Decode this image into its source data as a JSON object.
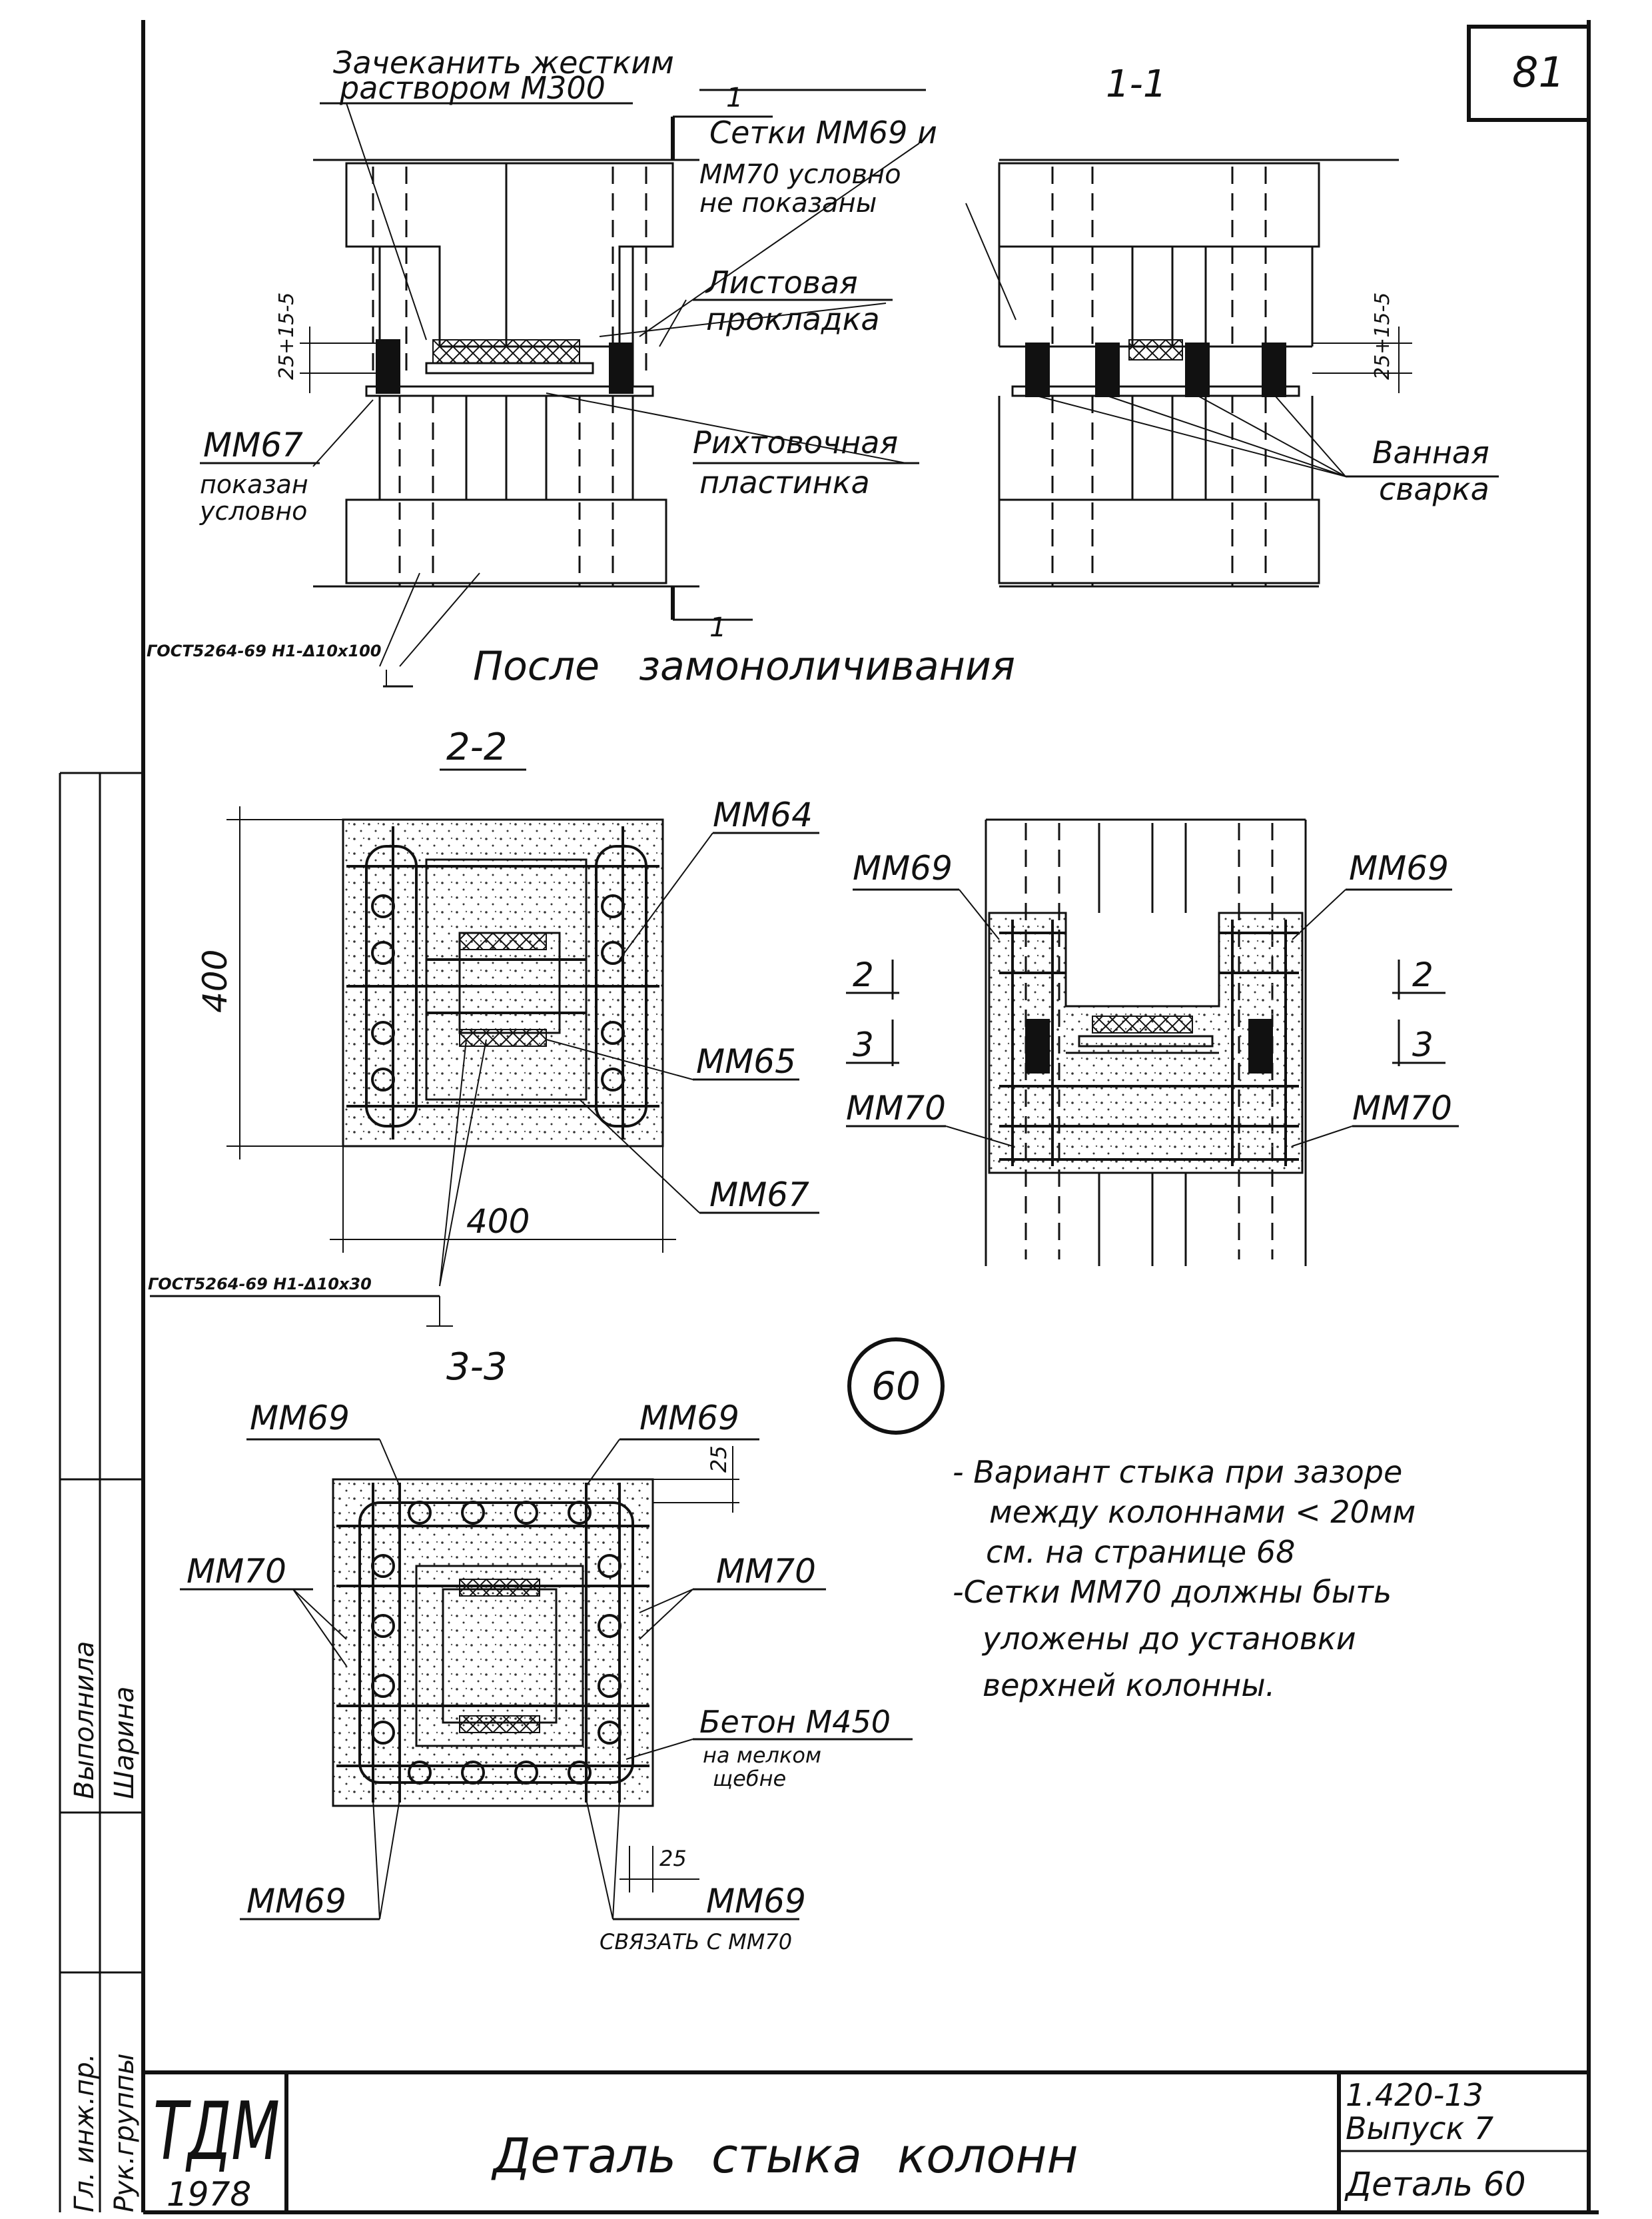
{
  "sheet": {
    "page_number": "81",
    "title": "Деталь стыка колонн",
    "org": "ТДМ",
    "year": "1978",
    "code": "1.420-13",
    "issue": "Выпуск 7",
    "detail": "Деталь 60",
    "detail_circle": "60"
  },
  "side_stamp": {
    "col1": "Гл. инж.пр.",
    "col2": "Рук.группы",
    "col3": "Выполнила",
    "col3b": "Шарина"
  },
  "view_top": {
    "note_caulk_l1": "Зачеканить жестким",
    "note_caulk_l2": "раствором М300",
    "note_nets_l1": "Сетки ММ69 и",
    "note_nets_l2": "ММ70 условно",
    "note_nets_l3": "не показаны",
    "note_sheet_l1": "Листовая",
    "note_sheet_l2": "прокладка",
    "note_shim_l1": "Рихтовочная",
    "note_shim_l2": "пластинка",
    "note_mm67": "ММ67",
    "note_mm67_l1": "показан",
    "note_mm67_l2": "условно",
    "gost_weld": "ГОСТ5264-69 Н1-Δ10х100",
    "dim_gap": "25+15-5",
    "section_mark": "1",
    "caption": "После замоноличивания"
  },
  "view_1_1": {
    "title": "1-1",
    "dim_gap": "25+15-5",
    "note_weld_l1": "Ванная",
    "note_weld_l2": "сварка"
  },
  "view_2_2": {
    "title": "2-2",
    "label_mm64": "ММ64",
    "label_mm65": "ММ65",
    "label_mm67": "ММ67",
    "dim_height": "400",
    "dim_width": "400",
    "gost_weld": "ГОСТ5264-69 Н1-Δ10х30"
  },
  "view_elev": {
    "label_mm69_left": "ММ69",
    "label_mm69_right": "ММ69",
    "label_mm70_left": "ММ70",
    "label_mm70_right": "ММ70",
    "cut2": "2",
    "cut3": "3"
  },
  "view_3_3": {
    "title": "3-3",
    "label_mm69_tl": "ММ69",
    "label_mm69_tr": "ММ69",
    "label_mm70_l": "ММ70",
    "label_mm70_r": "ММ70",
    "label_mm69_bl": "ММ69",
    "label_mm69_br": "ММ69",
    "note_tie": "СВЯЗАТЬ С ММ70",
    "concrete_l1": "Бетон М450",
    "concrete_l2": "на мелком",
    "concrete_l3": "щебне",
    "dim_top": "25",
    "dim_bottom": "25"
  },
  "notes": {
    "line1": "- Вариант стыка при зазоре",
    "line2": "между колоннами < 20мм",
    "line3": "см. на странице 68",
    "line4": "-Сетки ММ70 должны быть",
    "line5": "уложены до установки",
    "line6": "верхней колонны."
  }
}
